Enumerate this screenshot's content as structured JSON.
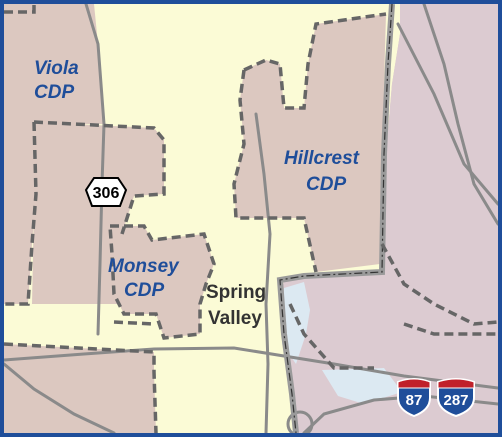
{
  "map": {
    "colors": {
      "frame": "#1f4e9a",
      "cdp_fill": "#dcc8c0",
      "village_fill": "#fbfbd6",
      "east_fill": "#dccbd1",
      "water": "#dce9f2",
      "road": "#8a8a8a",
      "boundary_dash": "#666666",
      "label_blue": "#1f4e9a",
      "label_dark": "#333333"
    },
    "labels": {
      "viola_1": "Viola",
      "viola_2": "CDP",
      "hillcrest_1": "Hillcrest",
      "hillcrest_2": "CDP",
      "monsey_1": "Monsey",
      "monsey_2": "CDP",
      "spring_1": "Spring",
      "spring_2": "Valley"
    },
    "shields": {
      "state_route": "306",
      "interstate_a": "87",
      "interstate_b": "287"
    },
    "icons": {
      "state_route": "state-route-shield-icon",
      "interstate": "interstate-shield-icon"
    }
  }
}
